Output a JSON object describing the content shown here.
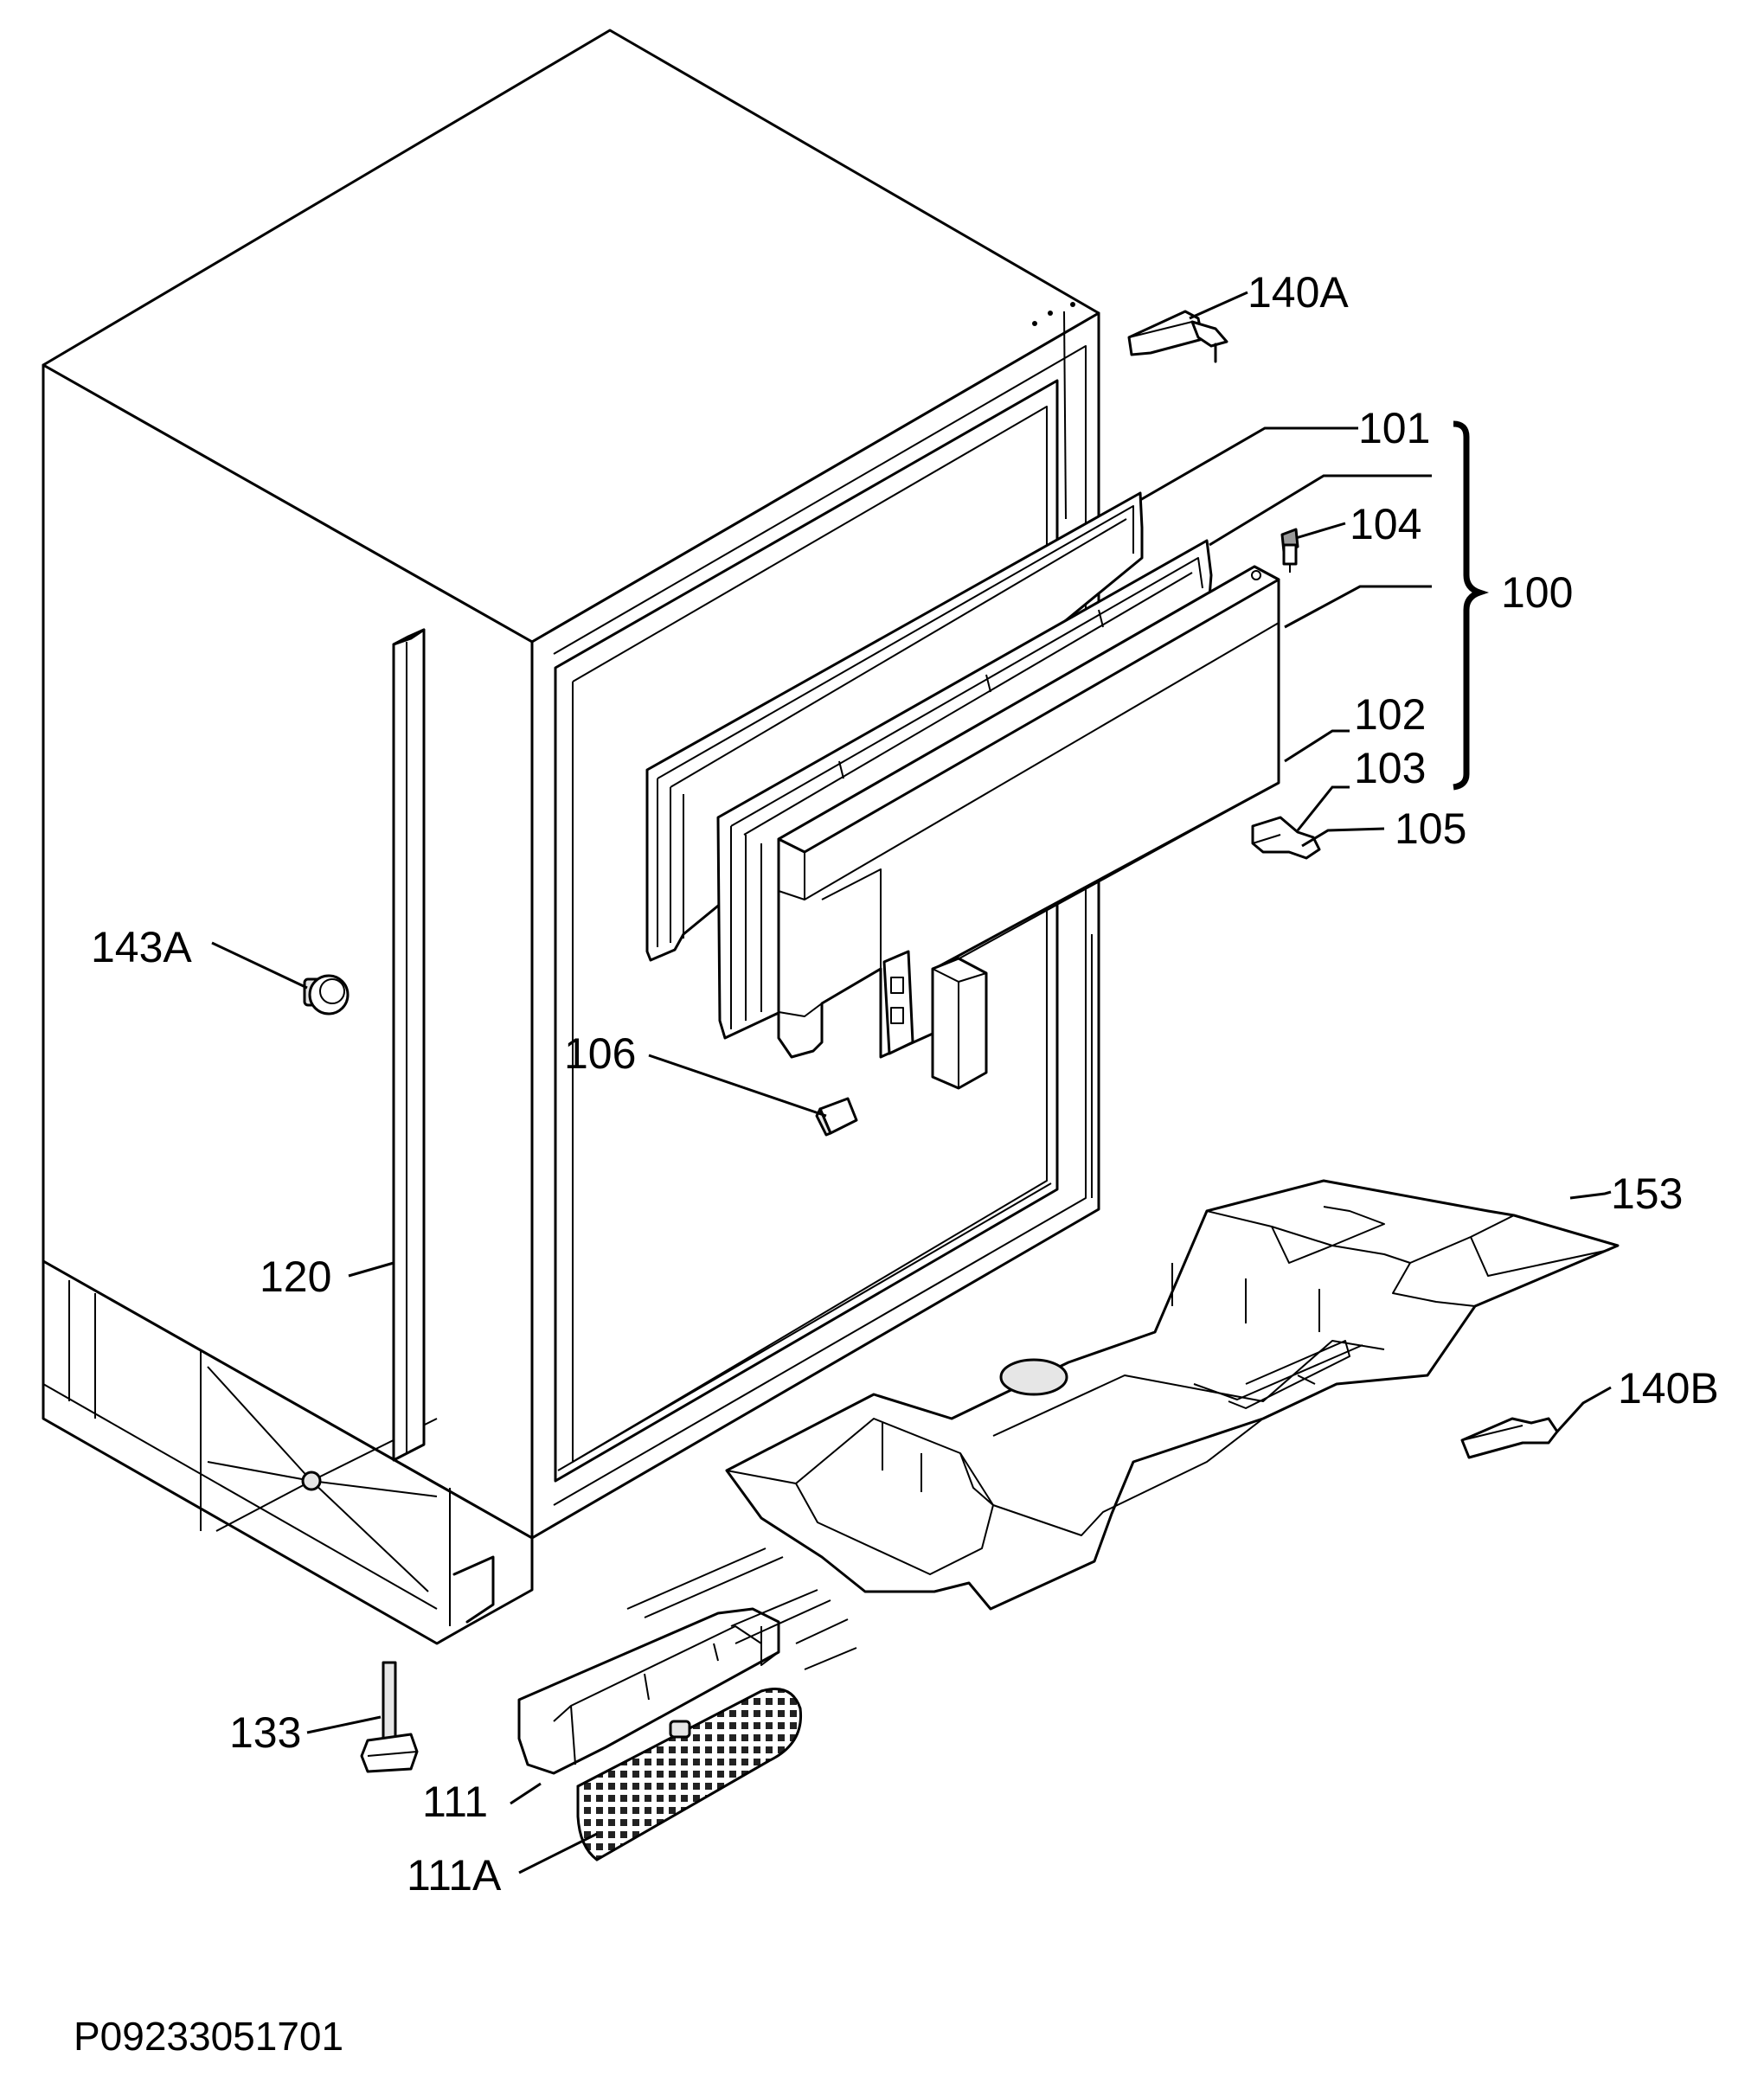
{
  "callouts": {
    "c140A": "140A",
    "c101": "101",
    "c104": "104",
    "c100": "100",
    "c102": "102",
    "c103": "103",
    "c105": "105",
    "c143A": "143A",
    "c106": "106",
    "c153": "153",
    "c140B": "140B",
    "c120": "120",
    "c133": "133",
    "c111": "111",
    "c111A": "111A"
  },
  "drawing_number": "P09233051701"
}
